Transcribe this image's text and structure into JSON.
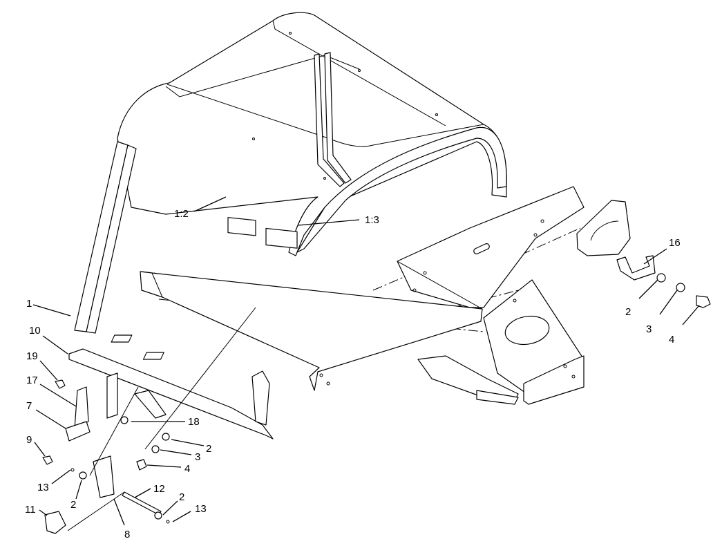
{
  "callouts": [
    {
      "id": "c-1",
      "text": "1"
    },
    {
      "id": "c-10",
      "text": "10"
    },
    {
      "id": "c-19",
      "text": "19"
    },
    {
      "id": "c-17",
      "text": "17"
    },
    {
      "id": "c-7",
      "text": "7"
    },
    {
      "id": "c-9",
      "text": "9"
    },
    {
      "id": "c-13a",
      "text": "13"
    },
    {
      "id": "c-2a",
      "text": "2"
    },
    {
      "id": "c-11",
      "text": "11"
    },
    {
      "id": "c-8",
      "text": "8"
    },
    {
      "id": "c-12",
      "text": "12"
    },
    {
      "id": "c-2b",
      "text": "2"
    },
    {
      "id": "c-13b",
      "text": "13"
    },
    {
      "id": "c-18",
      "text": "18"
    },
    {
      "id": "c-2c",
      "text": "2"
    },
    {
      "id": "c-3a",
      "text": "3"
    },
    {
      "id": "c-4a",
      "text": "4"
    },
    {
      "id": "c-1-2",
      "text": "1:2"
    },
    {
      "id": "c-1-3",
      "text": "1:3"
    },
    {
      "id": "c-16",
      "text": "16"
    },
    {
      "id": "c-2d",
      "text": "2"
    },
    {
      "id": "c-3b",
      "text": "3"
    },
    {
      "id": "c-4b",
      "text": "4"
    }
  ]
}
